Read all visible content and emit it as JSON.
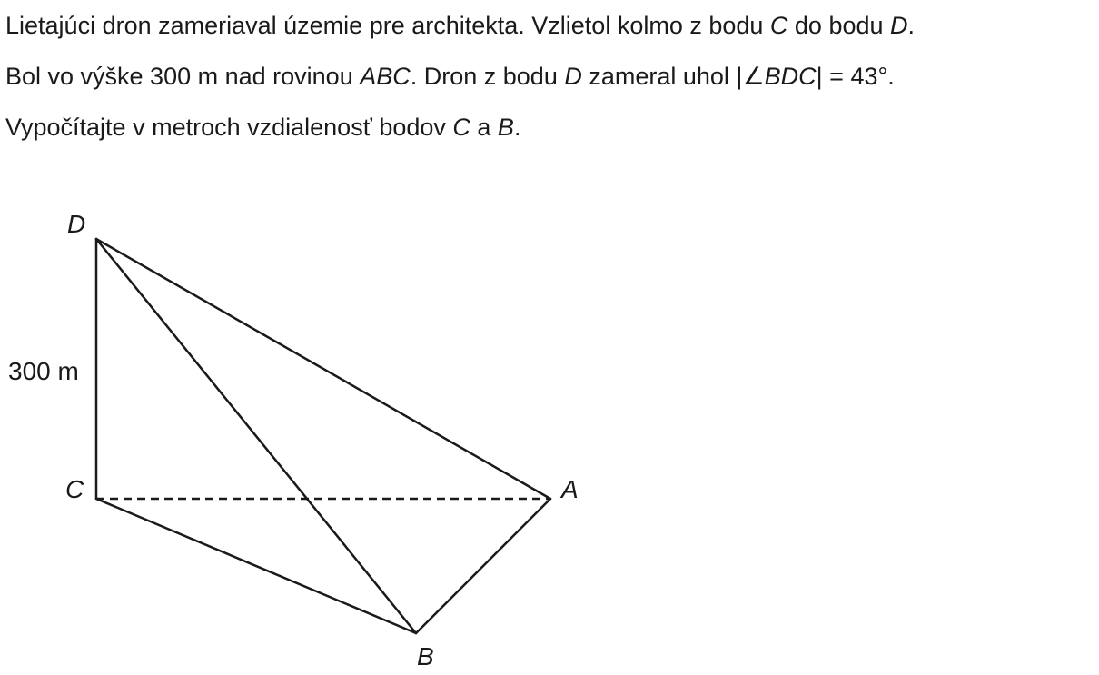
{
  "problem": {
    "line1": {
      "a": "Lietajúci dron zameriaval územie pre architekta. Vzlietol kolmo z bodu ",
      "b": "C",
      "c": " do bodu ",
      "d": "D",
      "e": "."
    },
    "line2": {
      "a": "Bol vo výške 300 m nad rovinou ",
      "b": "ABC",
      "c": ". Dron z bodu ",
      "d": "D",
      "e": " zameral uhol |∠",
      "f": "BDC",
      "g": "| = 43°."
    },
    "line3": {
      "a": "Vypočítajte v metroch vzdialenosť bodov ",
      "b": "C",
      "c": " a ",
      "d": "B",
      "e": "."
    }
  },
  "figure": {
    "points": {
      "D": "D",
      "C": "C",
      "A": "A",
      "B": "B"
    },
    "height_label": "300 m",
    "edges": [
      {
        "from": "D",
        "to": "C",
        "style": "solid"
      },
      {
        "from": "D",
        "to": "B",
        "style": "solid"
      },
      {
        "from": "D",
        "to": "A",
        "style": "solid"
      },
      {
        "from": "C",
        "to": "B",
        "style": "solid"
      },
      {
        "from": "B",
        "to": "A",
        "style": "solid"
      },
      {
        "from": "C",
        "to": "A",
        "style": "dashed"
      }
    ]
  }
}
